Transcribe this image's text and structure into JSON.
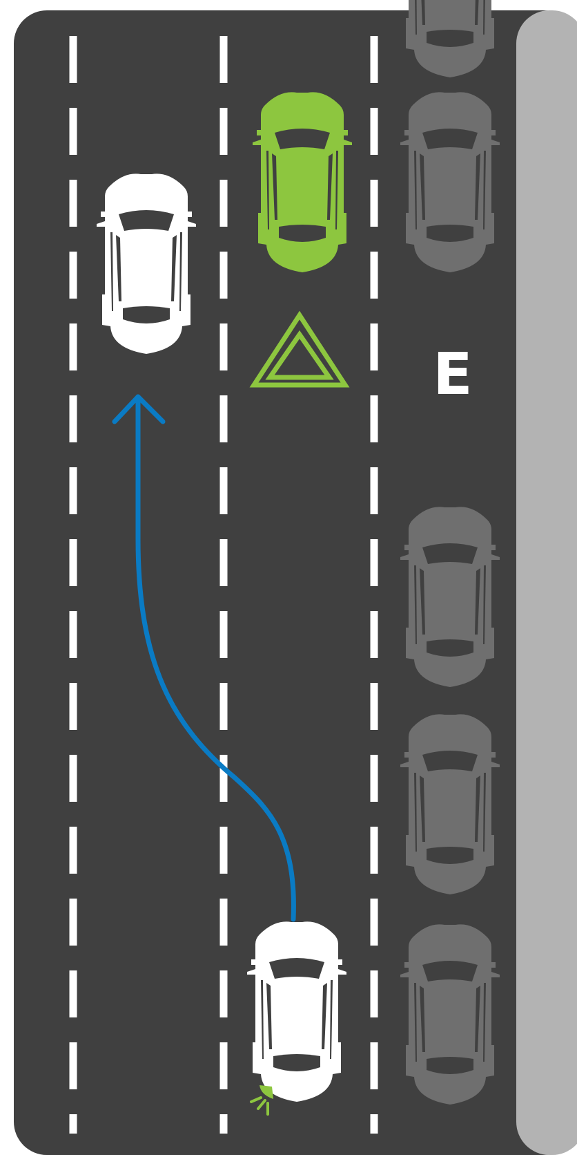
{
  "colors": {
    "background": "#ffffff",
    "road": "#404040",
    "sidewalk": "#b3b3b3",
    "lane_marking": "#ffffff",
    "own_car": "#ffffff",
    "broken_down_car": "#8dc63f",
    "parked_car": "#6f6f6f",
    "warning_triangle": "#8dc63f",
    "path_arrow": "#0a7bc4",
    "hazard_light": "#8dc63f",
    "label_text": "#ffffff"
  },
  "icons": {
    "warning_triangle": "warning-triangle-icon",
    "path_arrow": "lane-change-arrow-icon",
    "hazard_light": "hazard-light-icon"
  },
  "labels": {
    "lane_letter": "E"
  },
  "vehicles": [
    {
      "role": "own-car-start",
      "color": "own_car",
      "lane": 2
    },
    {
      "role": "own-car-end",
      "color": "own_car",
      "lane": 1
    },
    {
      "role": "broken-down-car",
      "color": "broken_down_car",
      "lane": 2
    },
    {
      "role": "parked-car",
      "color": "parked_car",
      "lane": 3,
      "count": 5
    }
  ]
}
